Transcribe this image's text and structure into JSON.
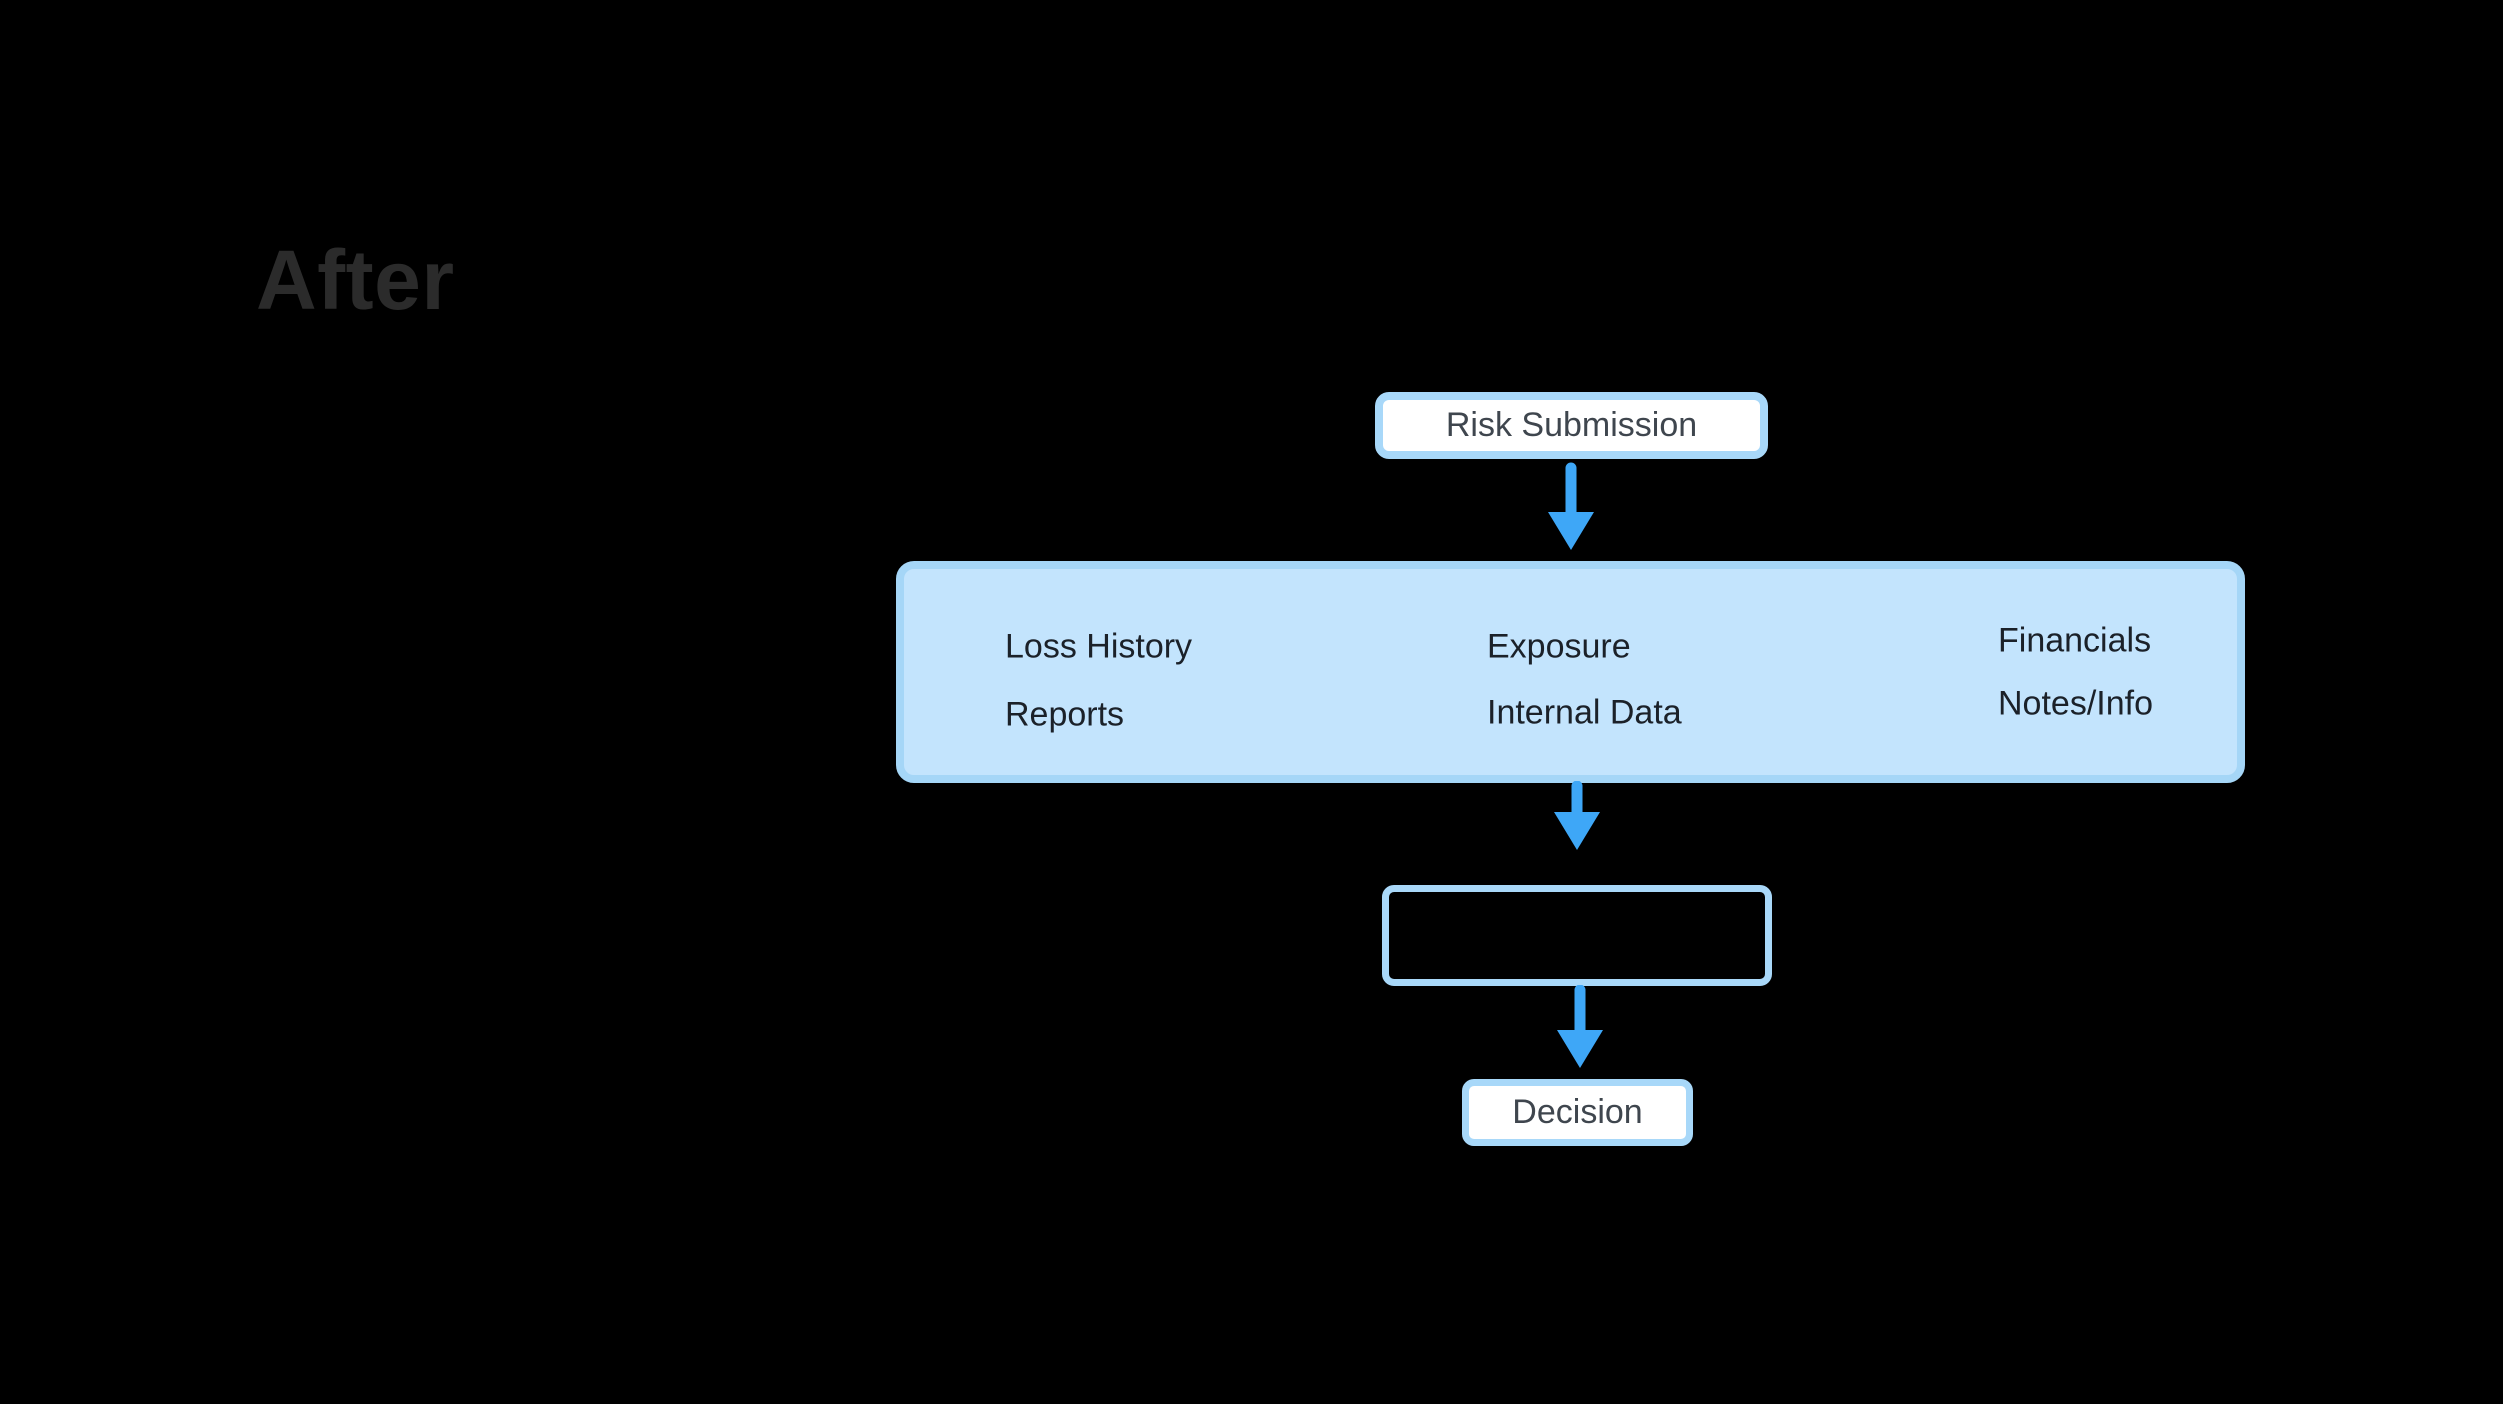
{
  "title": "After",
  "colors": {
    "background": "#000000",
    "arrow_blue": "#3ea7f7",
    "panel_fill": "#c3e4fd",
    "panel_border": "#a5d6f7",
    "node_border": "#a8d8f9",
    "node_fill": "#ffffff",
    "panel_text": "#1b2129",
    "node_text": "#3f464e",
    "title_text": "#2b2b2b"
  },
  "flow": {
    "risk_submission": {
      "label": "Risk Submission"
    },
    "data_panel": {
      "columns": [
        {
          "items": [
            "Loss History",
            "Reports"
          ]
        },
        {
          "items": [
            "Exposure",
            "Internal Data"
          ]
        },
        {
          "items": [
            "Financials",
            "Notes/Info"
          ]
        }
      ]
    },
    "processing": {
      "label": ""
    },
    "decision": {
      "label": "Decision"
    }
  }
}
